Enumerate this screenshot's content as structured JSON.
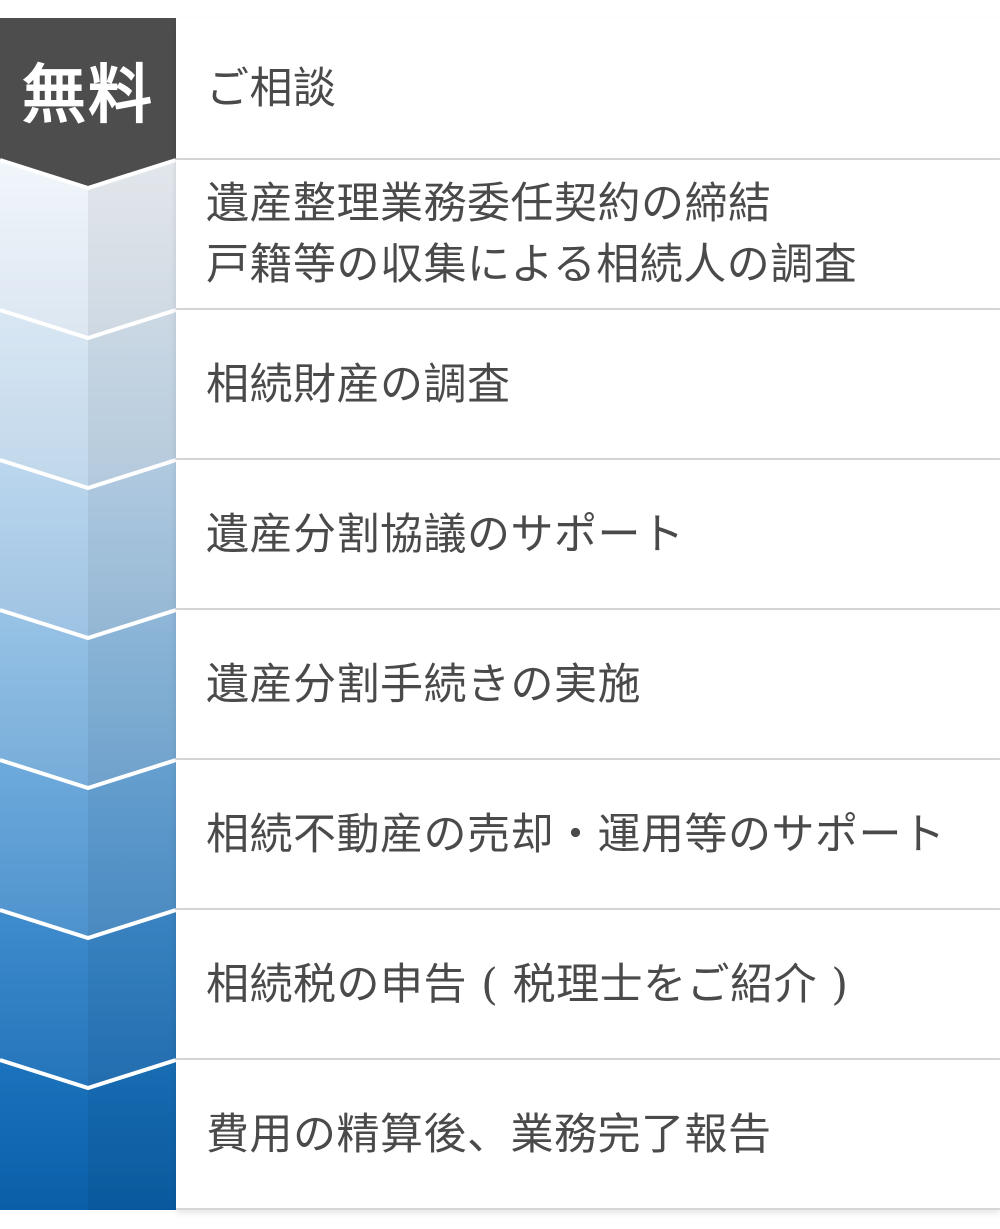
{
  "badge": {
    "text": "無料",
    "color": "#4d4d4d"
  },
  "steps": [
    {
      "lines": [
        "ご相談"
      ],
      "chevron_top": "#4d4d4d",
      "chevron_bottom": "#4d4d4d"
    },
    {
      "lines": [
        "遺産整理業務委任契約の締結",
        "戸籍等の収集による相続人の調査"
      ],
      "chevron_top": "#f1f6fb",
      "chevron_bottom": "#dbe6f1"
    },
    {
      "lines": [
        "相続財産の調査"
      ],
      "chevron_top": "#d9e7f3",
      "chevron_bottom": "#bfd6ea"
    },
    {
      "lines": [
        "遺産分割協議のサポート"
      ],
      "chevron_top": "#bcd7ee",
      "chevron_bottom": "#9dc2e2"
    },
    {
      "lines": [
        "遺産分割手続きの実施"
      ],
      "chevron_top": "#98c3e6",
      "chevron_bottom": "#76acd9"
    },
    {
      "lines": [
        "相続不動産の売却・運用等のサポート"
      ],
      "chevron_top": "#6eaadc",
      "chevron_bottom": "#4d92cd"
    },
    {
      "lines": [
        "相続税の申告 ( 税理士をご紹介 )"
      ],
      "chevron_top": "#3f8ccd",
      "chevron_bottom": "#2474bb"
    },
    {
      "lines": [
        "費用の精算後、業務完了報告"
      ],
      "chevron_top": "#1b74bd",
      "chevron_bottom": "#0a5ea8"
    }
  ]
}
